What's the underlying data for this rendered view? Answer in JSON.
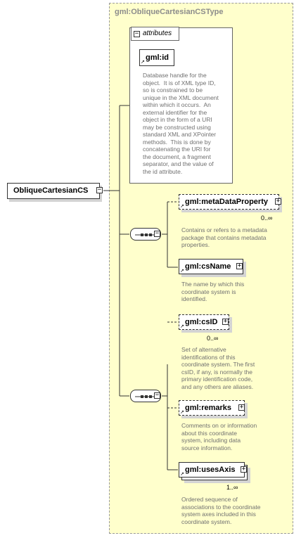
{
  "type_name": "gml:ObliqueCartesianCSType",
  "root": {
    "name": "ObliqueCartesianCS",
    "toggle": "−"
  },
  "attributes": {
    "tab_label": "attributes",
    "toggle": "−",
    "id_attr": {
      "name": "gml:id",
      "description": "Database handle for the\nobject.  It is of XML type ID,\nso is constrained to be\nunique in the XML document\nwithin which it occurs.  An\nexternal identifier for the\nobject in the form of a URI\nmay be constructed using\nstandard XML and XPointer\nmethods.  This is done by\nconcatenating the URI for\nthe document, a fragment\nseparator, and the value of\nthe id attribute."
    }
  },
  "sequence1": {
    "metaDataProperty": {
      "name": "gml:metaDataProperty",
      "cardinality": "0..∞",
      "expand": "+",
      "description": "Contains or refers to a metadata\npackage that contains metadata\nproperties."
    },
    "csName": {
      "name": "gml:csName",
      "expand": "+",
      "description": "The name by which this\ncoordinate system is\nidentified."
    }
  },
  "sequence2": {
    "csID": {
      "name": "gml:csID",
      "cardinality": "0..∞",
      "expand": "+",
      "description": "Set of alternative\nidentifications of this\ncoordinate system. The first\ncsID, if any, is normally the\nprimary identification code,\nand any others are aliases."
    },
    "remarks": {
      "name": "gml:remarks",
      "expand": "+",
      "description": "Comments on or information\nabout this coordinate\nsystem, including data\nsource information."
    },
    "usesAxis": {
      "name": "gml:usesAxis",
      "cardinality": "1..∞",
      "expand": "+",
      "description": "Ordered sequence of\nassociations to the coordinate\nsystem axes included in this\ncoordinate system."
    }
  }
}
